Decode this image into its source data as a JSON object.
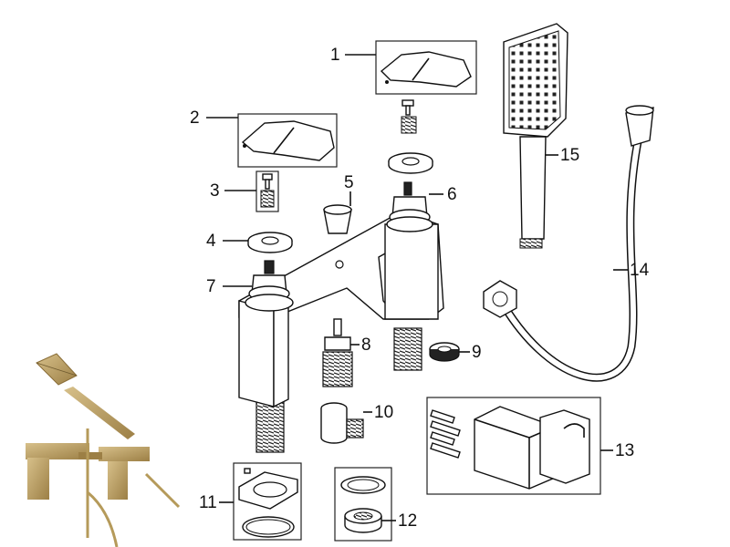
{
  "parts": [
    {
      "number": "1"
    },
    {
      "number": "2"
    },
    {
      "number": "3"
    },
    {
      "number": "4"
    },
    {
      "number": "5"
    },
    {
      "number": "6"
    },
    {
      "number": "7"
    },
    {
      "number": "8"
    },
    {
      "number": "9"
    },
    {
      "number": "10"
    },
    {
      "number": "11"
    },
    {
      "number": "12"
    },
    {
      "number": "13"
    },
    {
      "number": "14"
    },
    {
      "number": "15"
    }
  ],
  "colors": {
    "line": "#111111",
    "fill": "#ffffff",
    "dark": "#222222",
    "brass": "#b59a5a"
  }
}
